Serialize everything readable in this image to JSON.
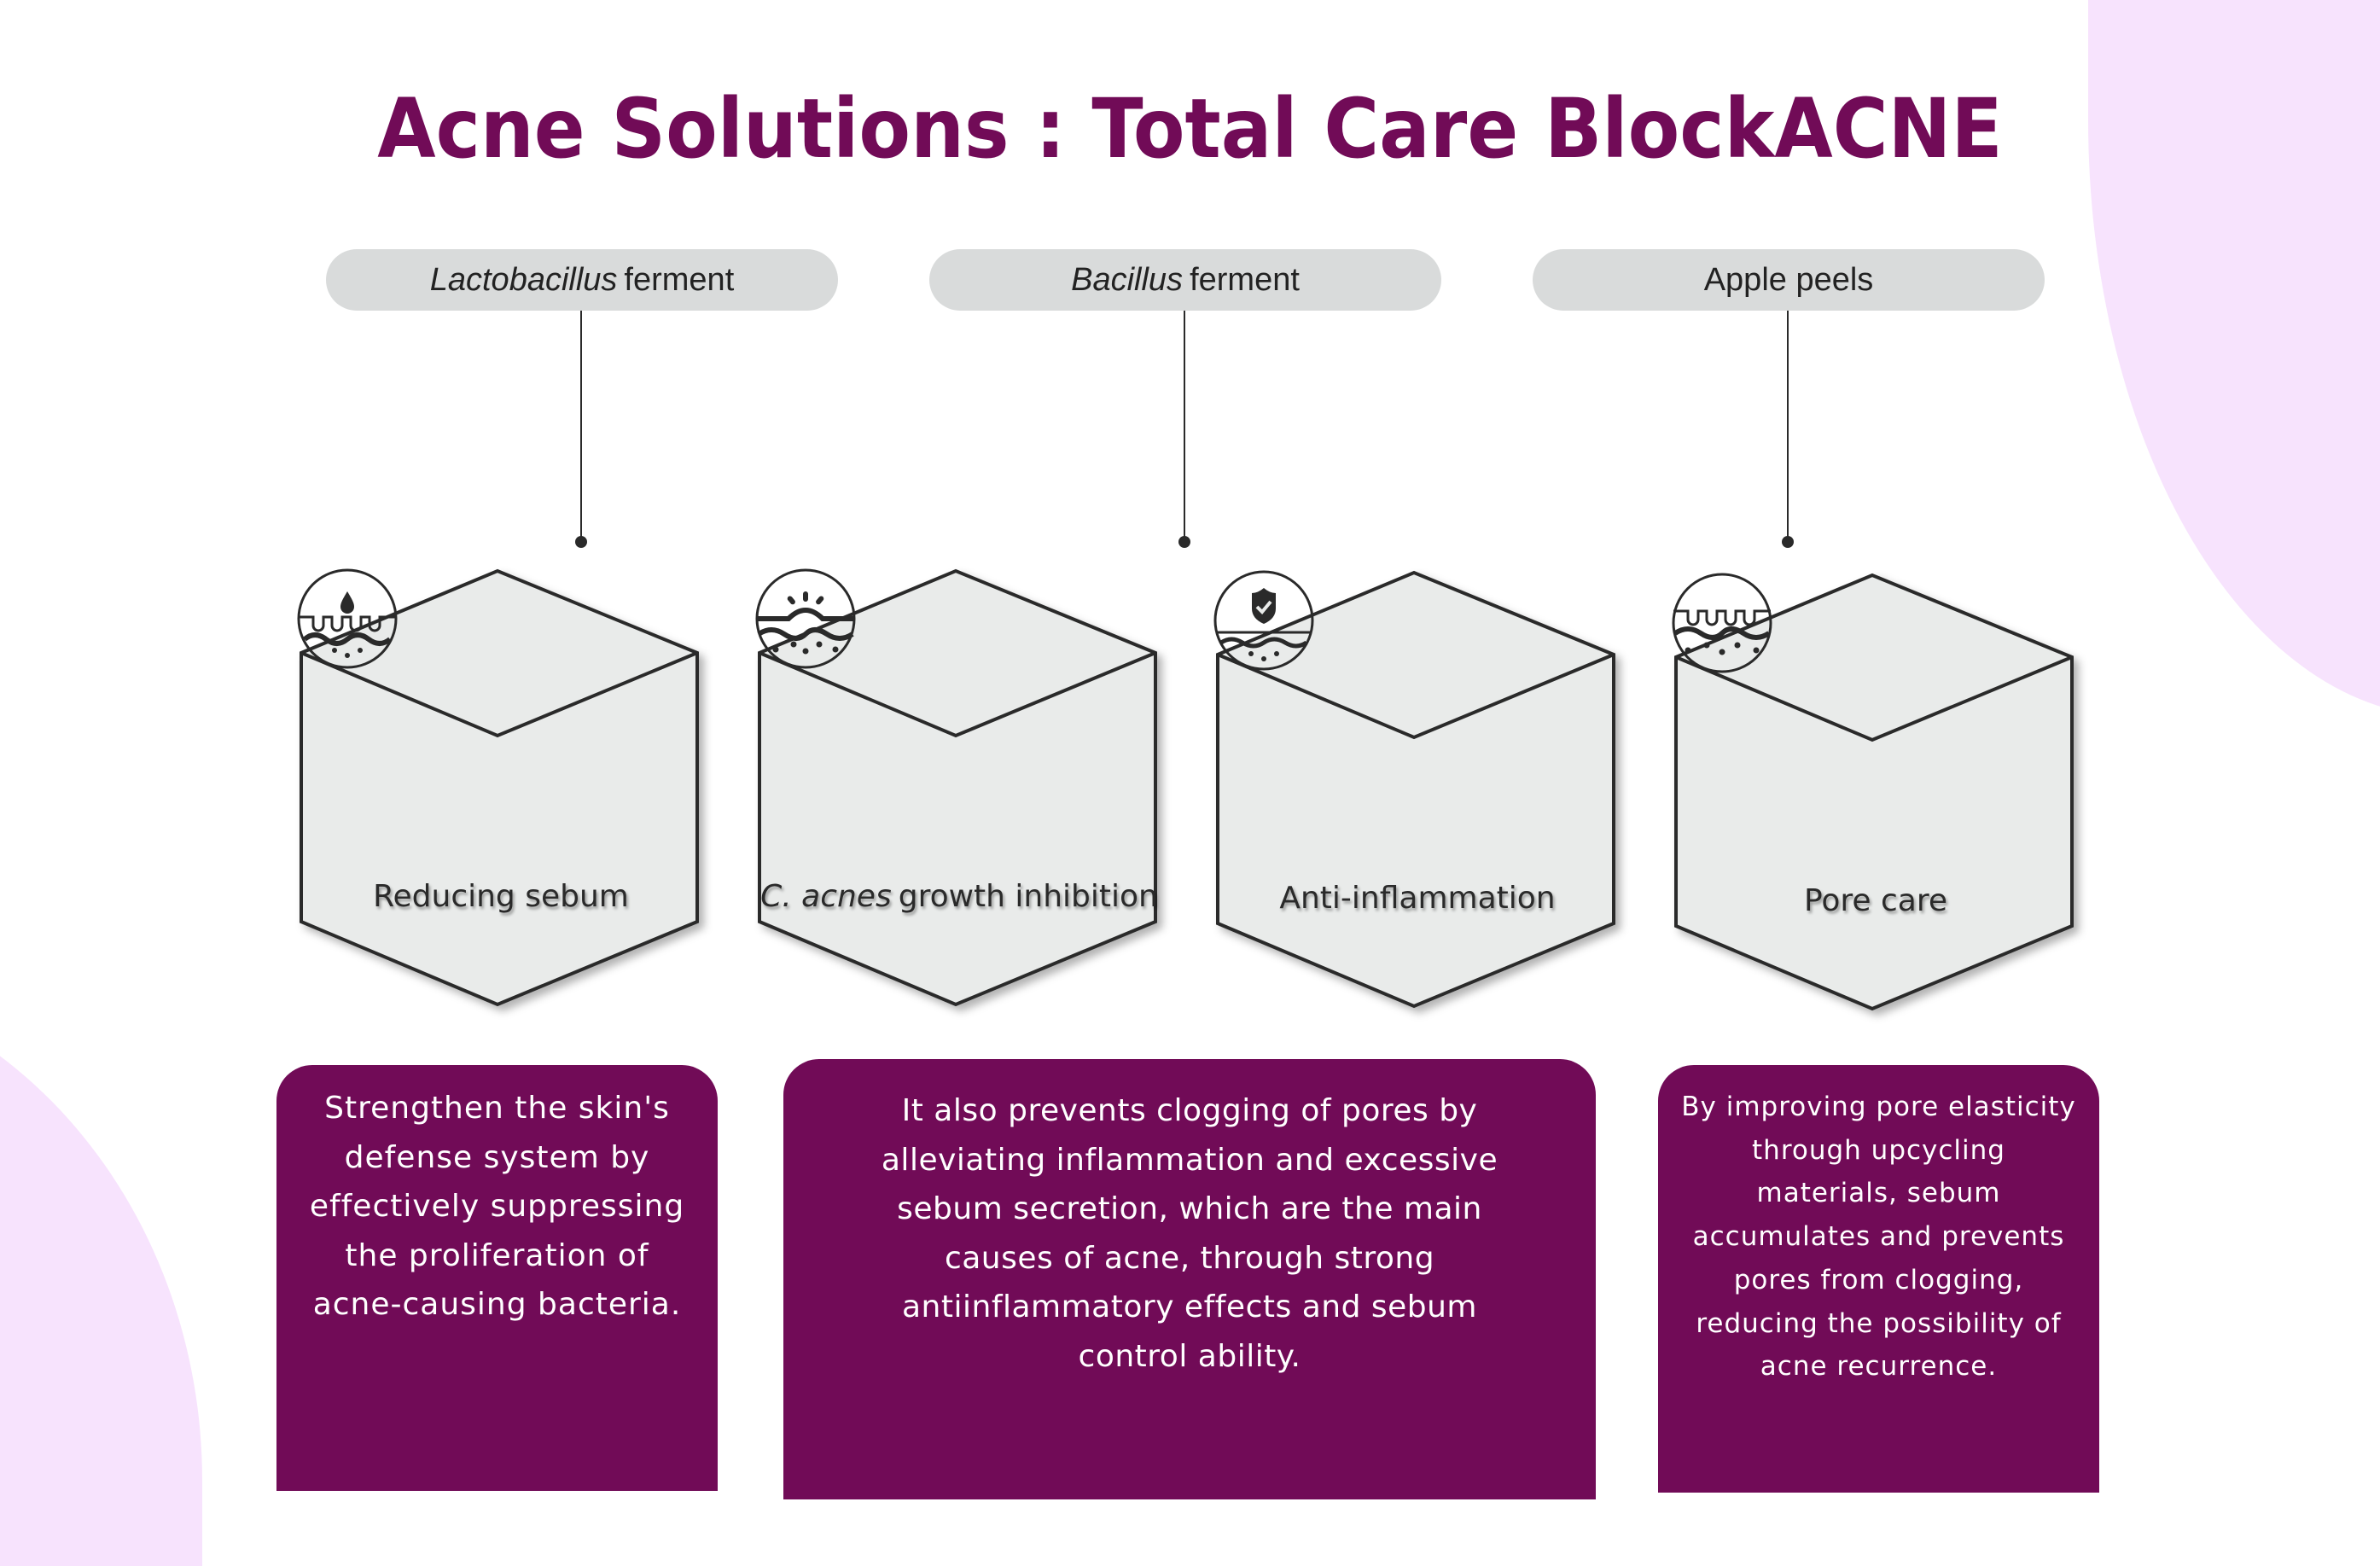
{
  "title": "Acne Solutions : Total Care BlockACNE",
  "colors": {
    "accent": "#710b57",
    "pill_bg": "#d9dbdb",
    "cube_fill": "#e9ebea",
    "stroke": "#2a2a2a",
    "decor": "#f7e3fd"
  },
  "ingredients": [
    {
      "italic": "Lactobacillus",
      "text": "ferment"
    },
    {
      "italic": "Bacillus",
      "text": "ferment"
    },
    {
      "italic": "",
      "text": "Apple peels"
    }
  ],
  "benefits": [
    {
      "icon": "sebum-drop-skin-icon",
      "italic": "",
      "label": "Reducing sebum"
    },
    {
      "icon": "bacteria-inhibition-skin-icon",
      "italic": "C. acnes",
      "label": "growth inhibition"
    },
    {
      "icon": "shield-check-skin-icon",
      "italic": "",
      "label": "Anti-inflammation"
    },
    {
      "icon": "pore-skin-icon",
      "italic": "",
      "label": "Pore care"
    }
  ],
  "descriptions": [
    {
      "lines": [
        "Strengthen the skin's",
        "defense system by",
        "effectively suppressing",
        "the proliferation of",
        "acne-causing bacteria."
      ]
    },
    {
      "lines": [
        "It also prevents clogging of pores by",
        "alleviating inflammation and excessive",
        "sebum secretion, which are the main",
        "causes of acne, through strong",
        "antiinflammatory effects and sebum",
        "control ability."
      ]
    },
    {
      "lines": [
        "By improving pore elasticity",
        "through upcycling",
        "materials, sebum",
        "accumulates and prevents",
        "pores from clogging,",
        "reducing the possibility of",
        "acne recurrence."
      ]
    }
  ]
}
